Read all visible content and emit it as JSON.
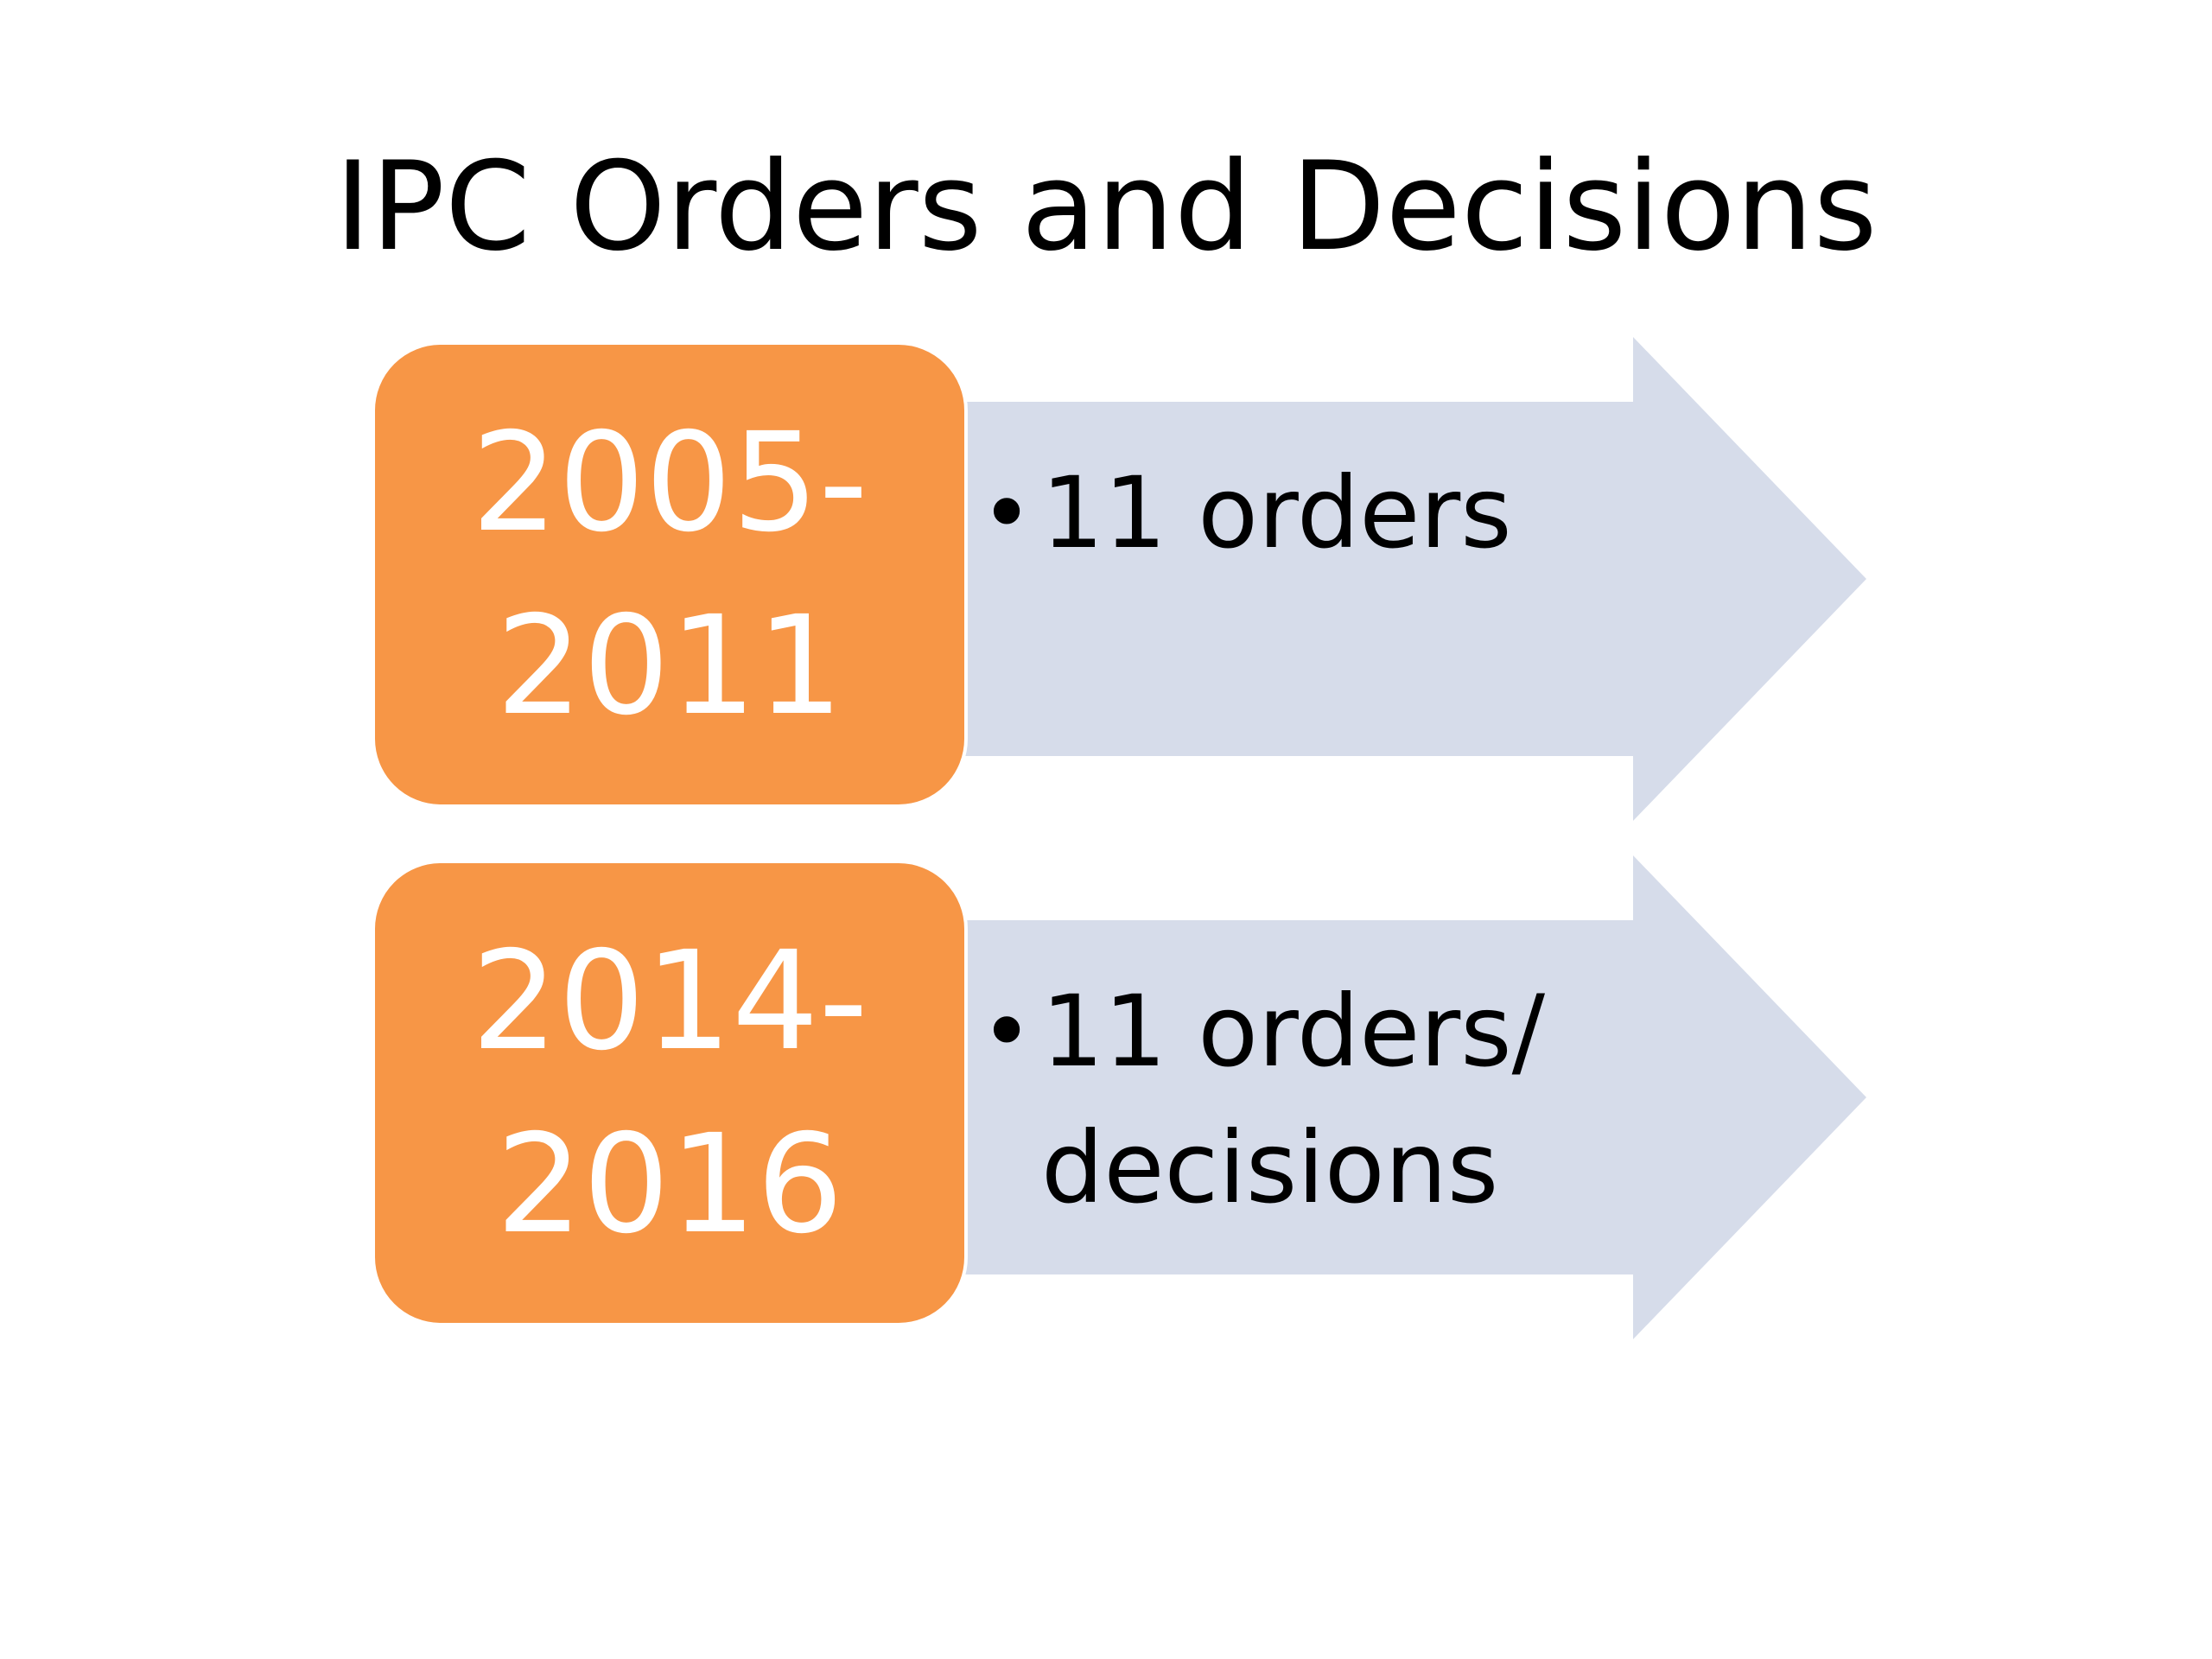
{
  "title": "IPC Orders and Decisions",
  "colors": {
    "box_fill": "#F79646",
    "arrow_fill": "#D6DCEA",
    "box_text": "#FFFFFF",
    "body_text": "#000000"
  },
  "icons": {
    "bullet": "•",
    "arrow_shape": "block-arrow-right"
  },
  "items": [
    {
      "period_start": "2005-",
      "period_end": "2011",
      "bullet": "•",
      "detail": "11 orders"
    },
    {
      "period_start": "2014-",
      "period_end": "2016",
      "bullet": "•",
      "detail": "11 orders/\ndecisions"
    }
  ]
}
